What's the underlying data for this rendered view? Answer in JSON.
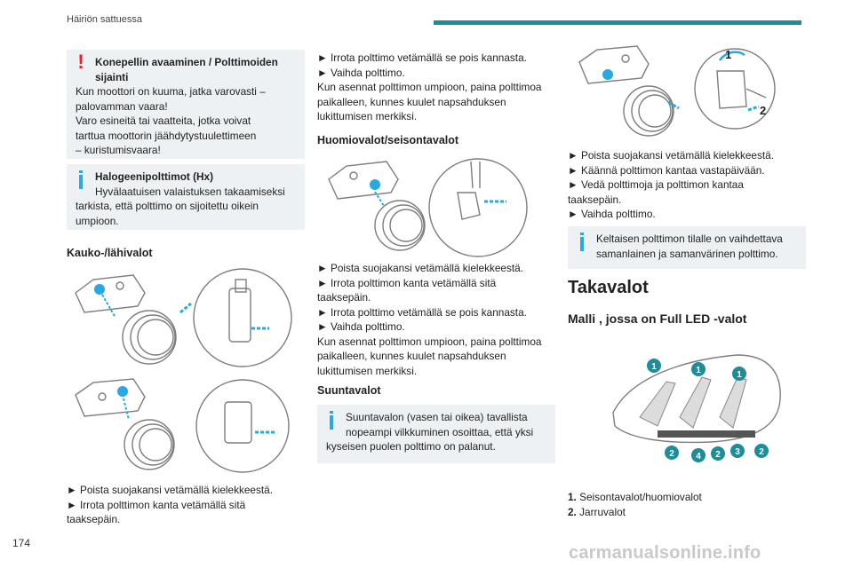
{
  "header": {
    "section_title": "Häiriön sattuessa",
    "page_number": "174"
  },
  "watermark": "carmanualsonline.info",
  "accent_color": "#1f8c99",
  "warning_box": {
    "icon": "warning-exclamation-icon",
    "title": "Konepellin avaaminen / Polttimoiden sijainti",
    "lines": [
      "Kun moottori on kuuma, jatka varovasti –",
      "palovamman vaara!",
      "Varo esineitä tai vaatteita, jotka voivat",
      "tarttua moottorin jäähdytystuulettimeen",
      "– kuristumisvaara!"
    ]
  },
  "halogen_box": {
    "icon": "info-icon",
    "title": "Halogeenipolttimot (Hx)",
    "lines": [
      "Hyvälaatuisen valaistuksen takaamiseksi",
      "tarkista, että polttimo on sijoitettu oikein",
      "umpioon."
    ]
  },
  "kauko": {
    "heading": "Kauko-/lähivalot",
    "steps": [
      "► Poista suojakansi vetämällä kielekkeestä.",
      "► Irrota polttimon kanta vetämällä sitä",
      "taaksepäin."
    ]
  },
  "col2_top": {
    "lines": [
      "► Irrota polttimo vetämällä se pois kannasta.",
      "► Vaihda polttimo.",
      "Kun asennat polttimon umpioon, paina polttimoa",
      "paikalleen, kunnes kuulet napsahduksen",
      "lukittumisen merkiksi."
    ]
  },
  "huomio": {
    "heading": "Huomiovalot/seisontavalot",
    "lines": [
      "► Poista suojakansi vetämällä kielekkeestä.",
      "► Irrota polttimon kanta vetämällä sitä",
      "taaksepäin.",
      "► Irrota polttimo vetämällä se pois kannasta.",
      "► Vaihda polttimo.",
      "Kun asennat polttimon umpioon, paina polttimoa",
      "paikalleen, kunnes kuulet napsahduksen",
      "lukittumisen merkiksi."
    ]
  },
  "suunta": {
    "heading": "Suuntavalot",
    "info_lines": [
      "Suuntavalon (vasen tai oikea) tavallista",
      "nopeampi vilkkuminen osoittaa, että yksi",
      "kyseisen puolen polttimo on palanut."
    ]
  },
  "col3_top": {
    "callouts": [
      "1",
      "2"
    ],
    "lines": [
      "► Poista suojakansi vetämällä kielekkeestä.",
      "► Käännä polttimon kantaa vastapäivään.",
      "► Vedä polttimoja ja polttimon kantaa",
      "taaksepäin.",
      "► Vaihda polttimo."
    ]
  },
  "yellow_box": {
    "lines": [
      "Keltaisen polttimon tilalle on vaihdettava",
      "samanlainen ja samanvärinen polttimo."
    ]
  },
  "takavalot": {
    "heading": "Takavalot",
    "subheading": "Malli , jossa on Full LED -valot",
    "callouts_top": [
      "1",
      "1",
      "1"
    ],
    "callouts_bottom": [
      "2",
      "4",
      "2",
      "3",
      "2"
    ],
    "legend": [
      {
        "num": "1.",
        "text": "Seisontavalot/huomiovalot"
      },
      {
        "num": "2.",
        "text": "Jarruvalot"
      }
    ]
  }
}
